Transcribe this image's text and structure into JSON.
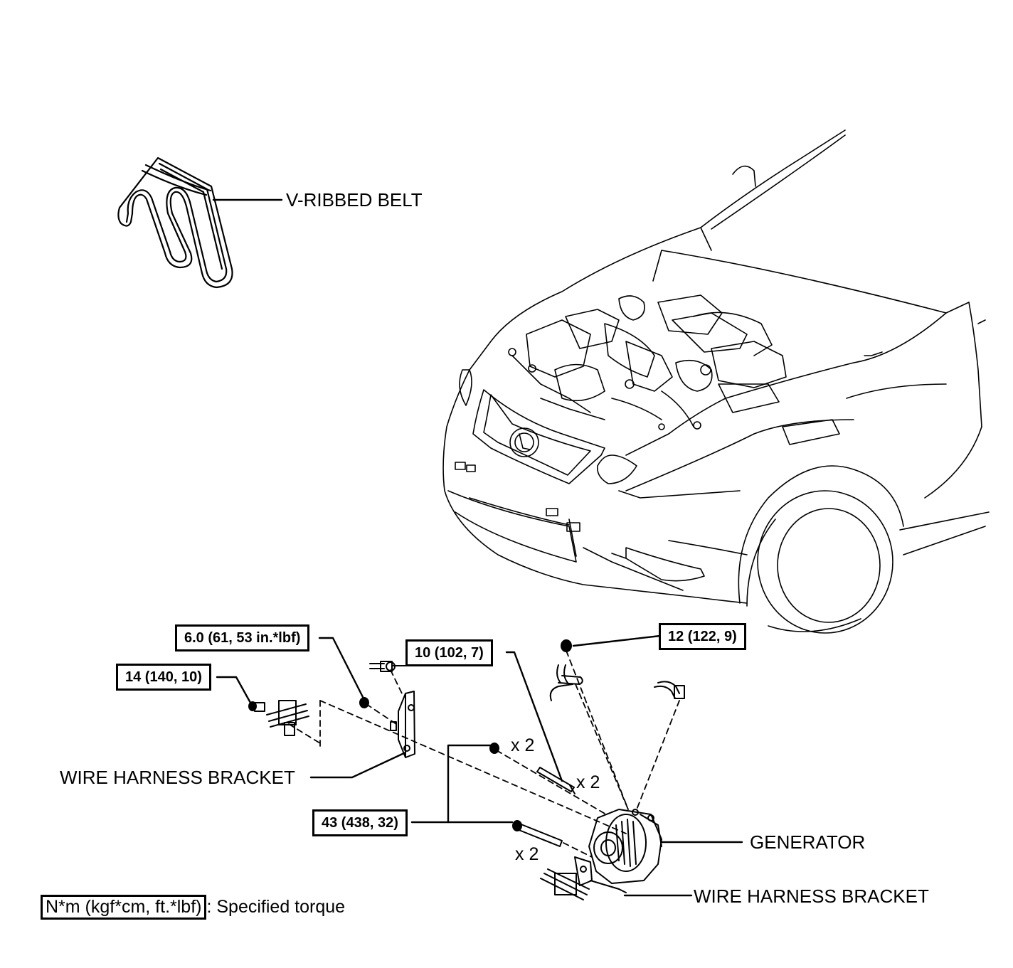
{
  "labels": {
    "belt": "V-RIBBED BELT",
    "bracket_left": "WIRE HARNESS BRACKET",
    "generator": "GENERATOR",
    "bracket_bottom": "WIRE HARNESS BRACKET"
  },
  "torques": {
    "t1": "6.0 (61, 53 in.*lbf)",
    "t2": "14 (140, 10)",
    "t3": "10 (102, 7)",
    "t4": "12 (122, 9)",
    "t5": "43 (438, 32)"
  },
  "quantities": {
    "q1": "x 2",
    "q2": "x 2",
    "q3": "x 2"
  },
  "legend": {
    "unit": "N*m (kgf*cm, ft.*lbf)",
    "text": ": Specified torque"
  }
}
